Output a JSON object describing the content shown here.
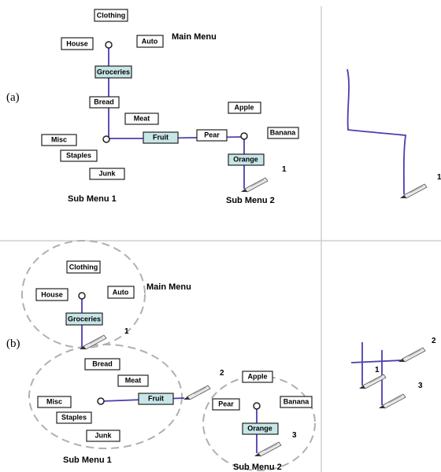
{
  "panel_labels": {
    "a": "(a)",
    "b": "(b)"
  },
  "menu_titles": {
    "main": "Main Menu",
    "sub1": "Sub Menu 1",
    "sub2": "Sub Menu 2"
  },
  "main_menu_items": [
    "Clothing",
    "House",
    "Auto",
    "Groceries"
  ],
  "sub_menu_1_items": [
    "Bread",
    "Meat",
    "Fruit",
    "Misc",
    "Staples",
    "Junk"
  ],
  "sub_menu_2_items": [
    "Apple",
    "Pear",
    "Banana",
    "Orange"
  ],
  "selected_items": [
    "Groceries",
    "Fruit",
    "Orange"
  ],
  "stroke_markers": {
    "one": "1",
    "two": "2",
    "three": "3"
  },
  "colors": {
    "stroke_path": "#4a3fb0",
    "selected_fill": "#c8e6e8",
    "menu_outline": "#b0b0b0"
  }
}
